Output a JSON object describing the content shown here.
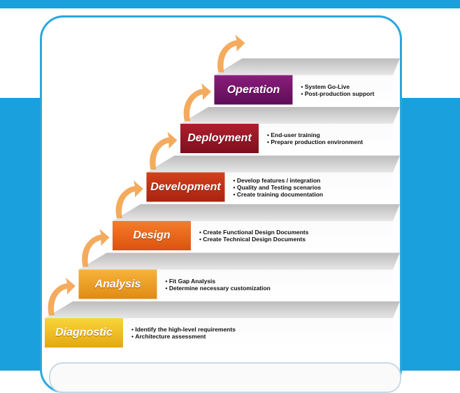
{
  "diagram": {
    "steps": [
      {
        "label": "Diagnostic",
        "color_top": "#f8d538",
        "color_bottom": "#e4a713",
        "bullets": [
          "Identify the high-level requirements",
          "Architecture assessment"
        ]
      },
      {
        "label": "Analysis",
        "color_top": "#f6b33c",
        "color_bottom": "#e08a12",
        "bullets": [
          "Fit Gap Analysis",
          "Determine necessary customization"
        ]
      },
      {
        "label": "Design",
        "color_top": "#f57d2a",
        "color_bottom": "#dc5310",
        "bullets": [
          "Create Functional Design Documents",
          "Create Technical Design Documents"
        ]
      },
      {
        "label": "Development",
        "color_top": "#d3411c",
        "color_bottom": "#a8230f",
        "bullets": [
          "Develop features / integration",
          "Quality and Testing scenarios",
          "Create training documentation"
        ]
      },
      {
        "label": "Deployment",
        "color_top": "#b01f2e",
        "color_bottom": "#7d0f1e",
        "bullets": [
          "End-user training",
          "Prepare production environment"
        ]
      },
      {
        "label": "Operation",
        "color_top": "#8a1d7c",
        "color_bottom": "#5e0d57",
        "bullets": [
          "System Go-Live",
          "Post-production support"
        ]
      }
    ],
    "colors": {
      "background": "#1aa0dc",
      "card_border": "#2aa7e0",
      "stair_tread": "#d9d9d9",
      "arrow": "#f3a24c"
    }
  }
}
